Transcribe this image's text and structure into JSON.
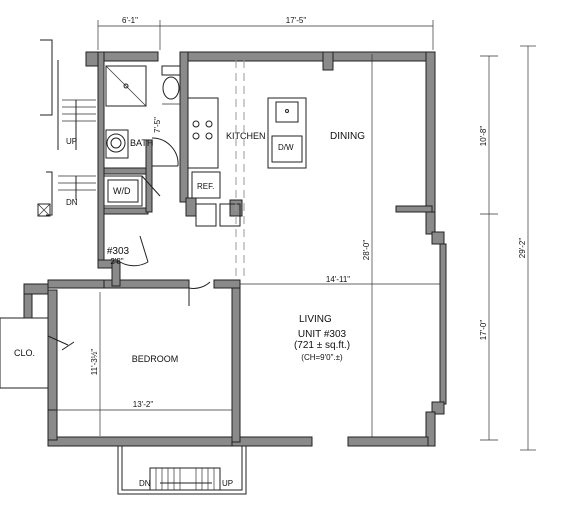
{
  "dimensions": {
    "top_left": "6'-1\"",
    "top_right": "17'-5\"",
    "right_upper": "10'-8\"",
    "right_lower": "17'-0\"",
    "right_total": "29'-2\"",
    "dining_depth": "28'-0\"",
    "living_width": "14'-11\"",
    "bath_width": "7'-5\"",
    "bedroom_width": "13'-2\"",
    "bedroom_depth": "11'-3½\"",
    "entry_door": "2'8\""
  },
  "rooms": {
    "bath": "BATH",
    "washer_dryer": "W/D",
    "kitchen": "KITCHEN",
    "dishwasher": "D/W",
    "refrigerator": "REF.",
    "dining": "DINING",
    "living": "LIVING",
    "bedroom": "BEDROOM",
    "closet": "CLO."
  },
  "unit": {
    "name": "UNIT #303",
    "area": "(721 ± sq.ft.)",
    "ceiling": "(CH=9'0\".±)",
    "entry_tag": "#303"
  },
  "stairs": {
    "up_top": "UP",
    "down_top": "DN",
    "down_bottom": "DN",
    "up_bottom": "UP"
  }
}
